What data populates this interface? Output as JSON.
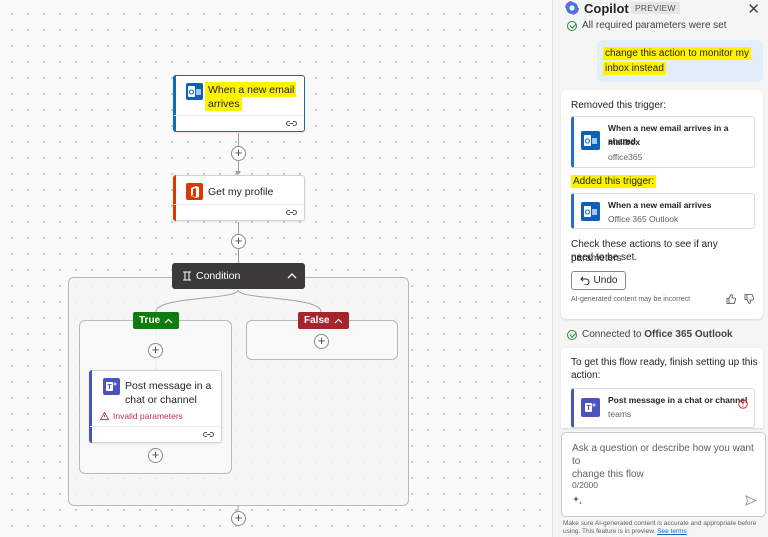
{
  "canvas": {
    "trigger_card": {
      "title_line1": "When a new email",
      "title_line2": "arrives"
    },
    "profile_card": {
      "title": "Get my profile"
    },
    "condition": {
      "title": "Condition"
    },
    "true_branch": {
      "label": "True"
    },
    "false_branch": {
      "label": "False"
    },
    "post_card": {
      "title_line1": "Post message in a",
      "title_line2": "chat or channel",
      "error": "Invalid parameters"
    },
    "colors": {
      "accent_blue": "#0f6cbd",
      "office_red": "#d83b01",
      "condition_dark": "#3b3a39",
      "true_green": "#107c10",
      "false_red": "#a4262c"
    }
  },
  "copilot": {
    "title": "Copilot",
    "badge": "PREVIEW",
    "status_top": "All required parameters were set",
    "user_message_line1": "change this action to monitor my",
    "user_message_line2": "inbox instead",
    "removed_label": "Removed this trigger:",
    "removed_trigger": {
      "title_line1": "When a new email arrives in a shared",
      "title_line2": "mailbox",
      "subtitle": "office365"
    },
    "added_label": "Added this trigger:",
    "added_trigger": {
      "title": "When a new email arrives",
      "subtitle": "Office 365 Outlook"
    },
    "check_text_line1": "Check these actions to see if any parameters",
    "check_text_line2": "need to be set.",
    "undo_label": "Undo",
    "ai_disclaimer": "AI-generated content may be incorrect",
    "connected_prefix": "Connected to ",
    "connected_bold": "Office 365 Outlook",
    "flow_ready_line1": "To get this flow ready, finish setting up this",
    "flow_ready_line2": "action:",
    "action_card": {
      "title": "Post message in a chat or channel",
      "subtitle": "teams"
    },
    "input": {
      "placeholder_line1": "Ask a question or describe how you want to",
      "placeholder_line2": "change this flow",
      "counter": "0/2000"
    },
    "footer_text": "Make sure AI-generated content is accurate and appropriate before using. This feature is in preview.",
    "footer_link": "See terms"
  }
}
